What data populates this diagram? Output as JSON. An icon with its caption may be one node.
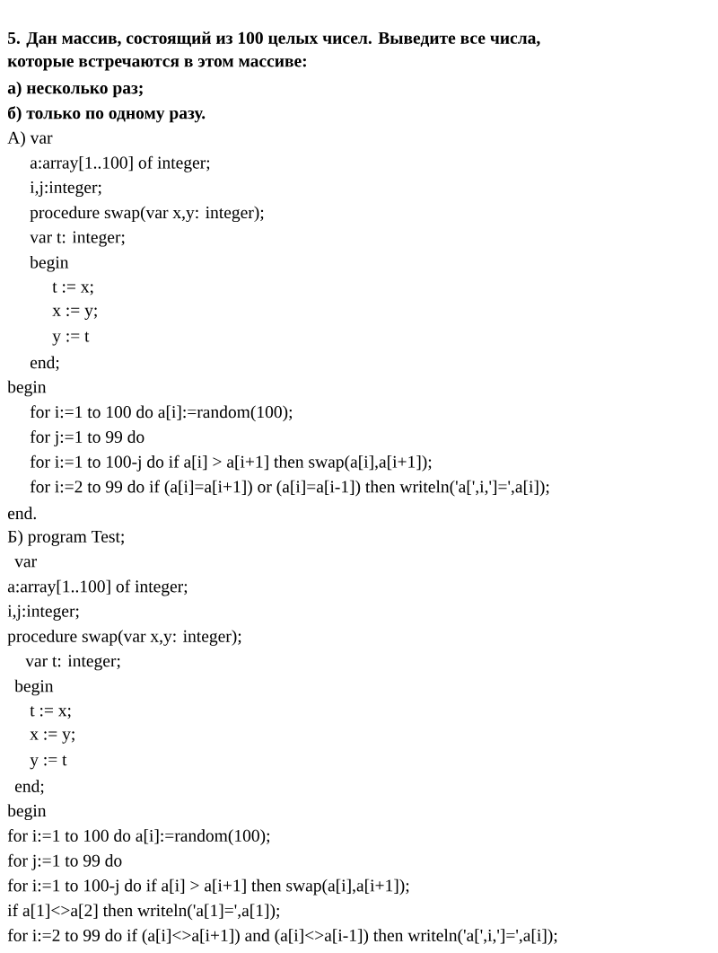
{
  "diagram": {
    "labels": [
      "5. Дан массив, состоящий из 100 целых чисел. Выведите все числа,",
      "которые встречаются в этом массиве:",
      "а) несколько раз;",
      "б) только по одному разу.",
      "А) var",
      "a:array[1..100] of integer;",
      "i,j:integer;",
      "procedure swap(var x,y: integer);",
      "var t: integer;",
      "begin",
      "t := x;",
      "x := y;",
      "y := t",
      "end;",
      "begin",
      "for i:=1 to 100 do a[i]:=random(100);",
      "for j:=1 to 99 do",
      "for i:=1 to 100-j do if a[i] > a[i+1] then swap(a[i],a[i+1]);",
      "for i:=2 to 99 do if (a[i]=a[i+1]) or (a[i]=a[i-1]) then writeln('a[',i,']=',a[i]);",
      "end.",
      "Б) program Test;",
      "var",
      "a:array[1..100] of integer;",
      "i,j:integer;",
      "procedure swap(var x,y: integer);",
      "var t: integer;",
      "begin",
      "t := x;",
      "x := y;",
      "y := t",
      "end;",
      "begin",
      "for i:=1 to 100 do a[i]:=random(100);",
      "for j:=1 to 99 do",
      "for i:=1 to 100-j do if a[i] > a[i+1] then swap(a[i],a[i+1]);",
      "if a[1]<>a[2] then writeln('a[1]=',a[1]);",
      "for i:=2 to 99 do if (a[i]<>a[i+1]) and (a[i]<>a[i-1]) then writeln('a[',i,']=',a[i]);"
    ]
  }
}
